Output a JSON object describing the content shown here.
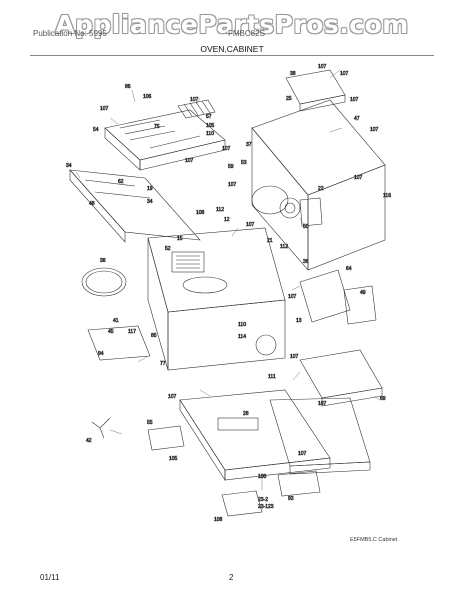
{
  "watermark": "AppliancePartsPros.com",
  "header": {
    "publication_label": "Publication No: 5995",
    "model": "FMBC82S",
    "section_title": "OVEN,CABINET"
  },
  "footer": {
    "date": "01/11",
    "page_number": "2",
    "figure_code": "E5FMB5.C Cabinet"
  },
  "callouts": [
    {
      "id": "c1",
      "label": "86"
    },
    {
      "id": "c2",
      "label": "106"
    },
    {
      "id": "c3",
      "label": "107"
    },
    {
      "id": "c4",
      "label": "54"
    },
    {
      "id": "c5",
      "label": "75"
    },
    {
      "id": "c6",
      "label": "107"
    },
    {
      "id": "c7",
      "label": "57"
    },
    {
      "id": "c8",
      "label": "105"
    },
    {
      "id": "c9",
      "label": "110"
    },
    {
      "id": "c10",
      "label": "107"
    },
    {
      "id": "c11",
      "label": "34"
    },
    {
      "id": "c12",
      "label": "62"
    },
    {
      "id": "c13",
      "label": "107"
    },
    {
      "id": "c14",
      "label": "59"
    },
    {
      "id": "c15",
      "label": "19"
    },
    {
      "id": "c16",
      "label": "48"
    },
    {
      "id": "c17",
      "label": "34"
    },
    {
      "id": "c18",
      "label": "107"
    },
    {
      "id": "c19",
      "label": "38"
    },
    {
      "id": "c20",
      "label": "107"
    },
    {
      "id": "c21",
      "label": "107"
    },
    {
      "id": "c22",
      "label": "25"
    },
    {
      "id": "c23",
      "label": "107"
    },
    {
      "id": "c24",
      "label": "47"
    },
    {
      "id": "c25",
      "label": "107"
    },
    {
      "id": "c26",
      "label": "37"
    },
    {
      "id": "c27",
      "label": "53"
    },
    {
      "id": "c28",
      "label": "22"
    },
    {
      "id": "c29",
      "label": "107"
    },
    {
      "id": "c30",
      "label": "116"
    },
    {
      "id": "c31",
      "label": "50"
    },
    {
      "id": "c32",
      "label": "108"
    },
    {
      "id": "c33",
      "label": "112"
    },
    {
      "id": "c34",
      "label": "12"
    },
    {
      "id": "c35",
      "label": "107"
    },
    {
      "id": "c36",
      "label": "21"
    },
    {
      "id": "c37",
      "label": "15"
    },
    {
      "id": "c38",
      "label": "52"
    },
    {
      "id": "c39",
      "label": "112"
    },
    {
      "id": "c40",
      "label": "36"
    },
    {
      "id": "c41",
      "label": "38"
    },
    {
      "id": "c42",
      "label": "64"
    },
    {
      "id": "c43",
      "label": "107"
    },
    {
      "id": "c44",
      "label": "49"
    },
    {
      "id": "c45",
      "label": "13"
    },
    {
      "id": "c46",
      "label": "41"
    },
    {
      "id": "c47",
      "label": "45"
    },
    {
      "id": "c48",
      "label": "117"
    },
    {
      "id": "c49",
      "label": "94"
    },
    {
      "id": "c50",
      "label": "85"
    },
    {
      "id": "c51",
      "label": "110"
    },
    {
      "id": "c52",
      "label": "77"
    },
    {
      "id": "c53",
      "label": "114"
    },
    {
      "id": "c54",
      "label": "107"
    },
    {
      "id": "c55",
      "label": "111"
    },
    {
      "id": "c56",
      "label": "107"
    },
    {
      "id": "c57",
      "label": "42"
    },
    {
      "id": "c58",
      "label": "55"
    },
    {
      "id": "c59",
      "label": "28"
    },
    {
      "id": "c60",
      "label": "107"
    },
    {
      "id": "c61",
      "label": "105"
    },
    {
      "id": "c62",
      "label": "107"
    },
    {
      "id": "c63",
      "label": "105"
    },
    {
      "id": "c64",
      "label": "93"
    },
    {
      "id": "c65",
      "label": "23-2"
    },
    {
      "id": "c66",
      "label": "23-1"
    },
    {
      "id": "c67",
      "label": "23"
    },
    {
      "id": "c68",
      "label": "108"
    },
    {
      "id": "c69",
      "label": "69"
    }
  ]
}
